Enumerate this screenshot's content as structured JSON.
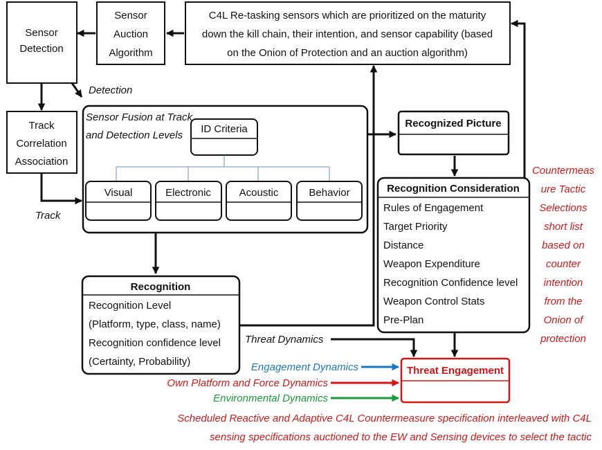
{
  "sensor_detection": [
    "Sensor",
    "Detection"
  ],
  "sensor_auction": [
    "Sensor",
    "Auction",
    "Algorithm"
  ],
  "c4l_retasking": [
    "C4L Re-tasking sensors which are prioritized on the maturity",
    "down the kill chain, their intention, and sensor capability (based",
    "on the Onion of Protection and an auction algorithm)"
  ],
  "detection_label": "Detection",
  "track_correlation": [
    "Track",
    "Correlation",
    "Association"
  ],
  "track_label": "Track",
  "sensor_fusion": [
    "Sensor Fusion at Track",
    "and Detection Levels"
  ],
  "id_criteria": "ID Criteria",
  "id_categories": [
    "Visual",
    "Electronic",
    "Acoustic",
    "Behavior"
  ],
  "recognized_picture": "Recognized Picture",
  "recognition_consideration": {
    "title": "Recognition Consideration",
    "items": [
      "Rules of Engagement",
      "Target Priority",
      "Distance",
      "Weapon Expenditure",
      "Recognition Confidence level",
      "Weapon Control Stats",
      "Pre-Plan"
    ]
  },
  "countermeasure_note": [
    "Countermeas",
    "ure Tactic",
    "Selections",
    "short list",
    "based on",
    "counter",
    "intention",
    "from the",
    "Onion of",
    "protection"
  ],
  "recognition": {
    "title": "Recognition",
    "items": [
      "Recognition Level",
      "(Platform, type, class, name)",
      "Recognition confidence level",
      "(Certainty, Probability)"
    ]
  },
  "threat_dynamics": "Threat Dynamics",
  "engagement_dynamics": "Engagement Dynamics",
  "own_platform_dynamics": "Own Platform and Force Dynamics",
  "environmental_dynamics": "Environmental Dynamics",
  "threat_engagement": "Threat Engagement",
  "bottom_note": [
    "Scheduled Reactive and Adaptive C4L Countermeasure specification interleaved with C4L",
    "sensing specifications auctioned to the EW and Sensing devices to select the tactic"
  ],
  "colors": {
    "black": "#111111",
    "red": "#d01515",
    "blue": "#1b76c4",
    "green": "#1a9a3a"
  }
}
